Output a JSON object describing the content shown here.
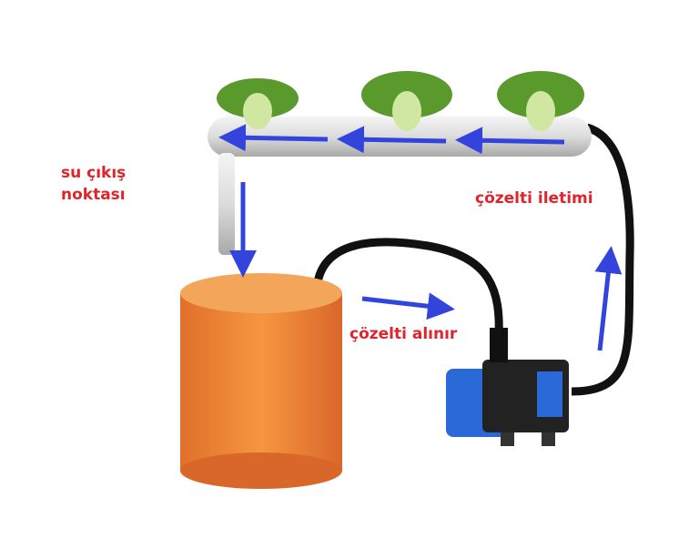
{
  "labels": {
    "outlet": [
      "su çıkış",
      "noktası"
    ],
    "delivery": "çözelti iletimi",
    "intake": "çözelti alınır"
  },
  "colors": {
    "label": "#e0242c",
    "arrow": "#3344dd",
    "tank": "#f08a3a",
    "pump": "#2a6ad8"
  }
}
